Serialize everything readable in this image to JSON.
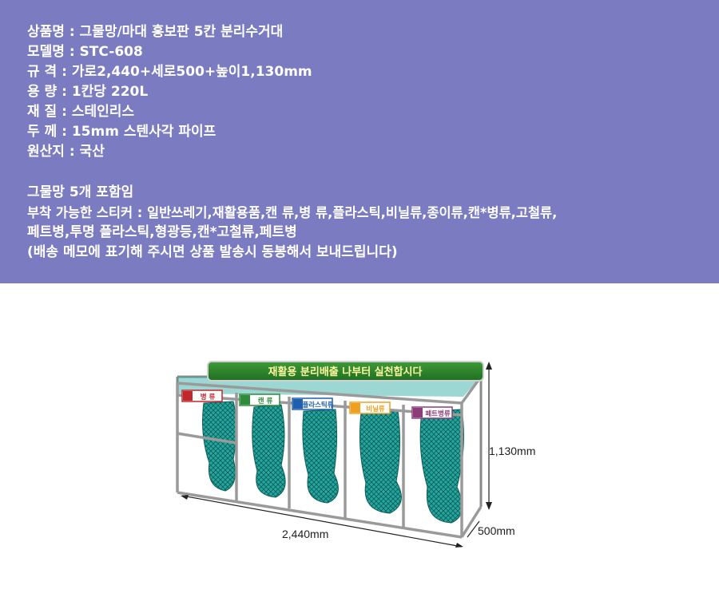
{
  "spec": {
    "name": "상품명 : 그물망/마대 홍보판 5칸 분리수거대",
    "model": "모델명 : STC-608",
    "size": "규   격 : 가로2,440+세로500+높이1,130mm",
    "capacity": "용   량 : 1칸당 220L",
    "material": "재   질 : 스테인리스",
    "thickness": "두   께 : 15mm 스텐사각 파이프",
    "origin": "원산지 : 국산"
  },
  "notes": {
    "included": "그물망 5개 포함임",
    "stickers_line1": "부착 가능한 스티커 : 일반쓰레기,재활용품,캔 류,병 류,플라스틱,비닐류,종이류,캔*병류,고철류,",
    "stickers_line2": "페트병,투명 플라스틱,형광등,캔*고철류,페트병",
    "shipping": "(배송 메모에 표기해 주시면 상품 발송시 동봉해서 보내드립니다)"
  },
  "product": {
    "sign_text": "재활용 분리배출 나부터 실천합시다",
    "labels": [
      "병 류",
      "캔 류",
      "플라스틱류",
      "비닐류",
      "페트병류"
    ],
    "label_colors": [
      "#c0282d",
      "#2f8a3c",
      "#1f5fae",
      "#f0a020",
      "#8e3b7a"
    ],
    "dimensions": {
      "width": "2,440mm",
      "height": "1,130mm",
      "depth": "500mm"
    }
  }
}
